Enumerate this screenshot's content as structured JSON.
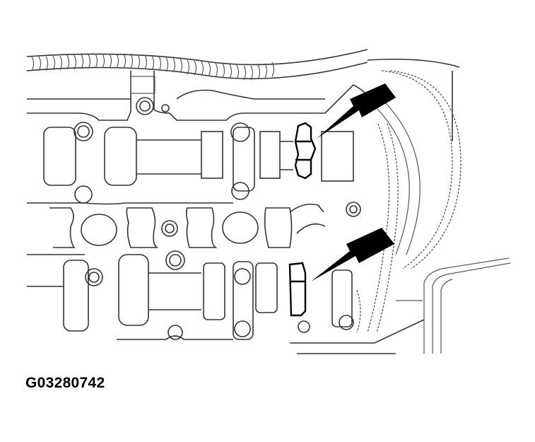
{
  "figure": {
    "id_label": "G03280742",
    "subject": "camshaft timing chain assembly line drawing",
    "callouts": [
      {
        "name": "upper-camshaft-arrow",
        "points_to": "upper camshaft hex"
      },
      {
        "name": "lower-camshaft-arrow",
        "points_to": "lower camshaft hex"
      }
    ]
  }
}
